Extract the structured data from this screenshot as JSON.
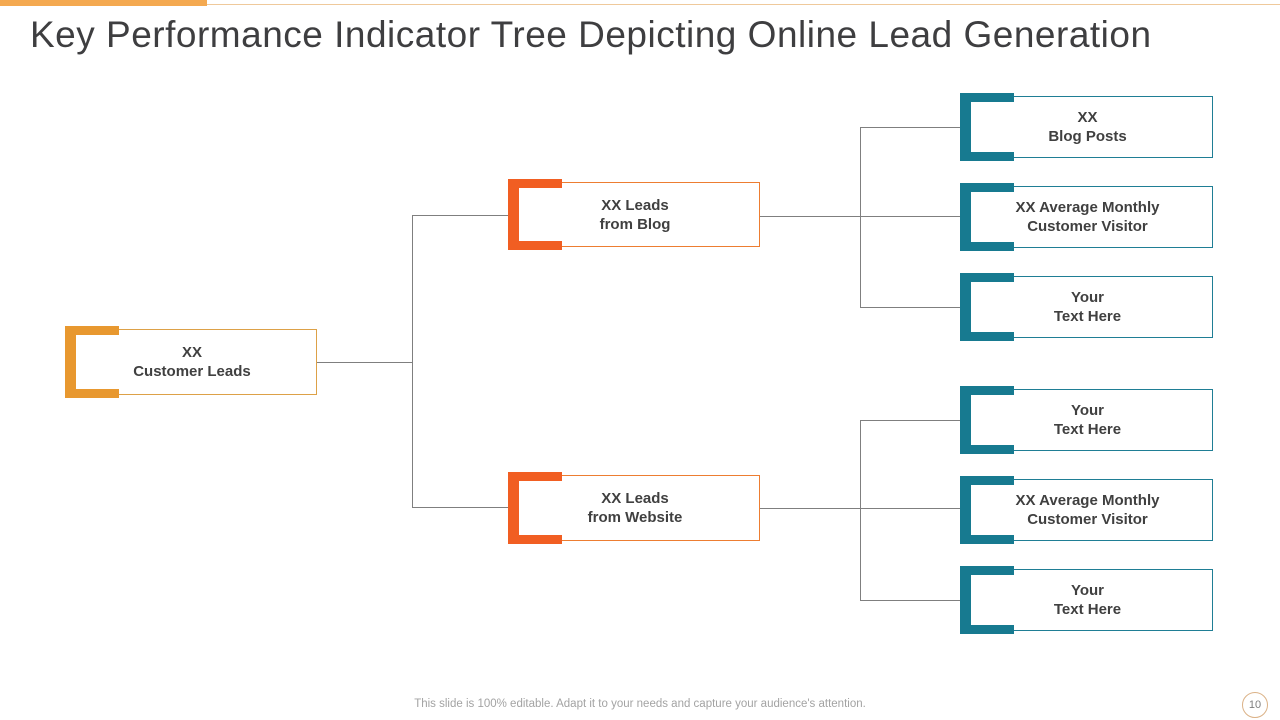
{
  "slide": {
    "title": "Key Performance Indicator Tree Depicting Online Lead Generation",
    "footer_note": "This slide is 100% editable. Adapt it to your needs and capture your audience's attention.",
    "page_number": "10"
  },
  "colors": {
    "top_bar_orange": "#f4a950",
    "top_line_tan": "#efc99b",
    "root_accent_orange": "#e8982f",
    "branch_accent_orange": "#f15e22",
    "leaf_accent_teal": "#177a90",
    "connector_gray": "#7f7f7f",
    "node_text": "#404040",
    "title_text": "#3e3e40",
    "footer_text": "#a3a3a3"
  },
  "tree": {
    "root": {
      "line1": "XX",
      "line2": "Customer Leads"
    },
    "branches": [
      {
        "node": {
          "line1": "XX Leads",
          "line2": "from Blog"
        },
        "leaves": [
          {
            "line1": "XX",
            "line2": "Blog Posts"
          },
          {
            "line1": "XX Average Monthly",
            "line2": "Customer Visitor"
          },
          {
            "line1": "Your",
            "line2": "Text Here"
          }
        ]
      },
      {
        "node": {
          "line1": "XX Leads",
          "line2": "from Website"
        },
        "leaves": [
          {
            "line1": "Your",
            "line2": "Text Here"
          },
          {
            "line1": "XX Average Monthly",
            "line2": "Customer Visitor"
          },
          {
            "line1": "Your",
            "line2": "Text Here"
          }
        ]
      }
    ]
  }
}
